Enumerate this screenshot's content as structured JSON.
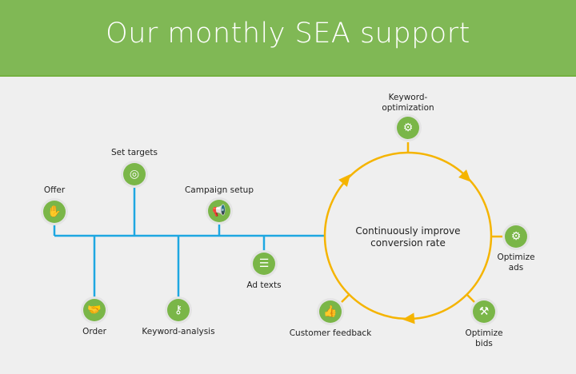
{
  "header": {
    "title": "Our monthly SEA support"
  },
  "timeline": [
    {
      "label": "Offer",
      "icon": "hand-icon",
      "glyph": "✋"
    },
    {
      "label": "Order",
      "icon": "handshake-icon",
      "glyph": "🤝"
    },
    {
      "label": "Set targets",
      "icon": "target-icon",
      "glyph": "◎"
    },
    {
      "label": "Keyword-analysis",
      "icon": "key-icon",
      "glyph": "⚷"
    },
    {
      "label": "Campaign setup",
      "icon": "megaphone-icon",
      "glyph": "📢"
    },
    {
      "label": "Ad texts",
      "icon": "document-icon",
      "glyph": "☰"
    }
  ],
  "cycle": {
    "center_line1": "Continuously improve",
    "center_line2": "conversion rate",
    "items": [
      {
        "label": "Keyword-",
        "label2": "optimization",
        "icon": "key-gears-icon",
        "glyph": "⚙"
      },
      {
        "label": "Optimize",
        "label2": "ads",
        "icon": "document-gears-icon",
        "glyph": "⚙"
      },
      {
        "label": "Optimize",
        "label2": "bids",
        "icon": "gavel-icon",
        "glyph": "⚒"
      },
      {
        "label": "Customer feedback",
        "icon": "thumbs-up-chat-icon",
        "glyph": "👍"
      }
    ]
  },
  "colors": {
    "header": "#80b855",
    "node": "#7ab648",
    "timeline": "#1ea7e1",
    "cycle": "#f5b400"
  }
}
